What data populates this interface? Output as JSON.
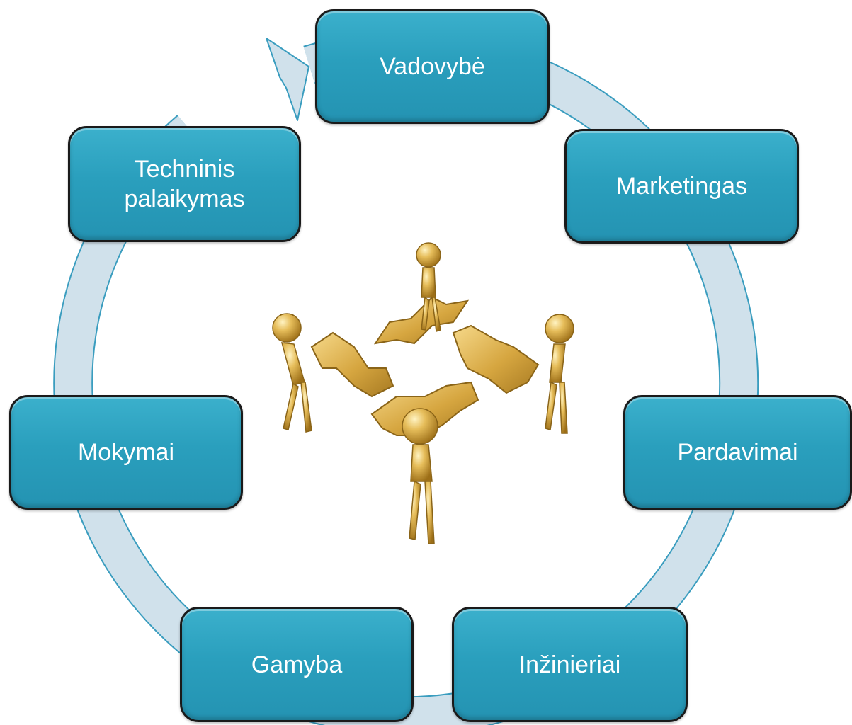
{
  "diagram": {
    "type": "cycle",
    "nodes": [
      {
        "id": "vadovybe",
        "label": "Vadovybė"
      },
      {
        "id": "marketingas",
        "label": "Marketingas"
      },
      {
        "id": "pardavimai",
        "label": "Pardavimai"
      },
      {
        "id": "inzinieriai",
        "label": "Inžinieriai"
      },
      {
        "id": "gamyba",
        "label": "Gamyba"
      },
      {
        "id": "mokymai",
        "label": "Mokymai"
      },
      {
        "id": "techninis",
        "label": "Techninis\npalaikymas"
      }
    ],
    "flow_direction": "clockwise",
    "center_image": "four-figures-puzzle-arrows",
    "colors": {
      "node_fill": "#2a9fbd",
      "node_border": "#1a1a1a",
      "node_text": "#ffffff",
      "ring": "#cfe0ea",
      "ring_border": "#3a9dbf",
      "figure_gold": "#d4a437"
    }
  }
}
